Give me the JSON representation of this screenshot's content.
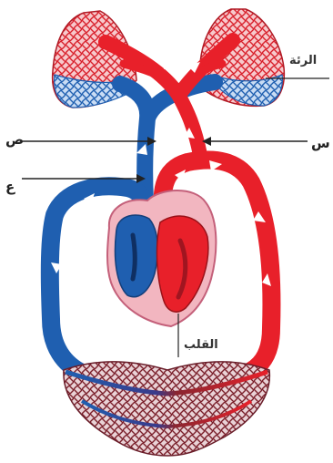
{
  "labels": {
    "lungs": "الرئة",
    "heart": "القلب",
    "sad": "ص",
    "seen": "س",
    "ayn": "ع"
  },
  "colors": {
    "oxygenated": "#e8202a",
    "deoxygenated": "#1f5fb0",
    "heart_tissue": "#f2b6c0",
    "capillary_mix": "#8a2530"
  }
}
